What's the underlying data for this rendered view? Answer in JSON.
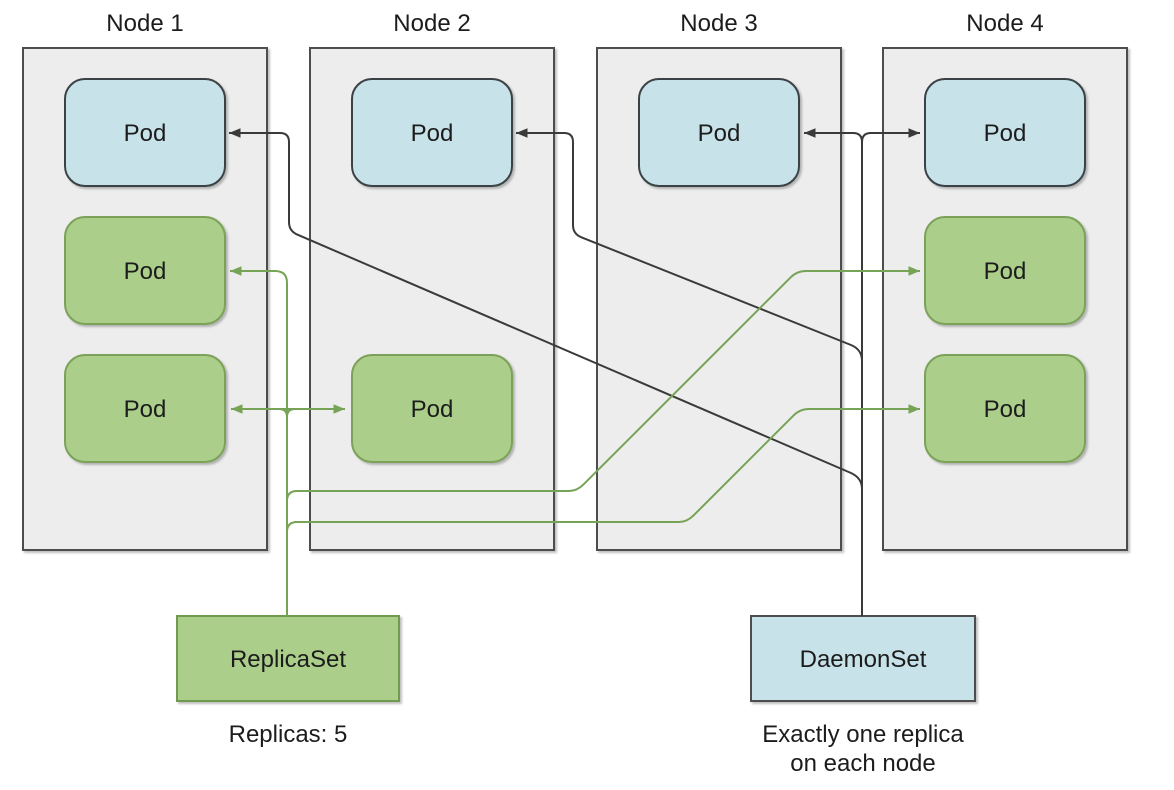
{
  "diagram_type": "kubernetes-daemonset-vs-replicaset",
  "nodes": [
    {
      "title": "Node 1",
      "pods": [
        {
          "label": "Pod",
          "row": 1,
          "managed_by": "DaemonSet",
          "color": "#c7e2e9"
        },
        {
          "label": "Pod",
          "row": 2,
          "managed_by": "ReplicaSet",
          "color": "#abce8a"
        },
        {
          "label": "Pod",
          "row": 3,
          "managed_by": "ReplicaSet",
          "color": "#abce8a"
        }
      ]
    },
    {
      "title": "Node 2",
      "pods": [
        {
          "label": "Pod",
          "row": 1,
          "managed_by": "DaemonSet",
          "color": "#c7e2e9"
        },
        {
          "label": "Pod",
          "row": 3,
          "managed_by": "ReplicaSet",
          "color": "#abce8a"
        }
      ]
    },
    {
      "title": "Node 3",
      "pods": [
        {
          "label": "Pod",
          "row": 1,
          "managed_by": "DaemonSet",
          "color": "#c7e2e9"
        }
      ]
    },
    {
      "title": "Node 4",
      "pods": [
        {
          "label": "Pod",
          "row": 1,
          "managed_by": "DaemonSet",
          "color": "#c7e2e9"
        },
        {
          "label": "Pod",
          "row": 2,
          "managed_by": "ReplicaSet",
          "color": "#abce8a"
        },
        {
          "label": "Pod",
          "row": 3,
          "managed_by": "ReplicaSet",
          "color": "#abce8a"
        }
      ]
    }
  ],
  "replicaset": {
    "label": "ReplicaSet",
    "caption": "Replicas: 5",
    "replica_count": 5,
    "connects_to": [
      "Node 1 pod row 2",
      "Node 1 pod row 3",
      "Node 2 pod row 3",
      "Node 4 pod row 2",
      "Node 4 pod row 3"
    ]
  },
  "daemonset": {
    "label": "DaemonSet",
    "caption_line1": "Exactly one replica",
    "caption_line2": "on each node",
    "connects_to": [
      "Node 1 pod row 1",
      "Node 2 pod row 1",
      "Node 3 pod row 1",
      "Node 4 pod row 1"
    ]
  },
  "colors": {
    "node_fill": "#ededed",
    "node_stroke": "#4d4d4d",
    "daemonset_pod_fill": "#c7e2e9",
    "replicaset_pod_fill": "#abce8a",
    "daemonset_line": "#3a3a3a",
    "replicaset_line": "#76a355",
    "text": "#1c1c1c",
    "background": "#ffffff"
  }
}
